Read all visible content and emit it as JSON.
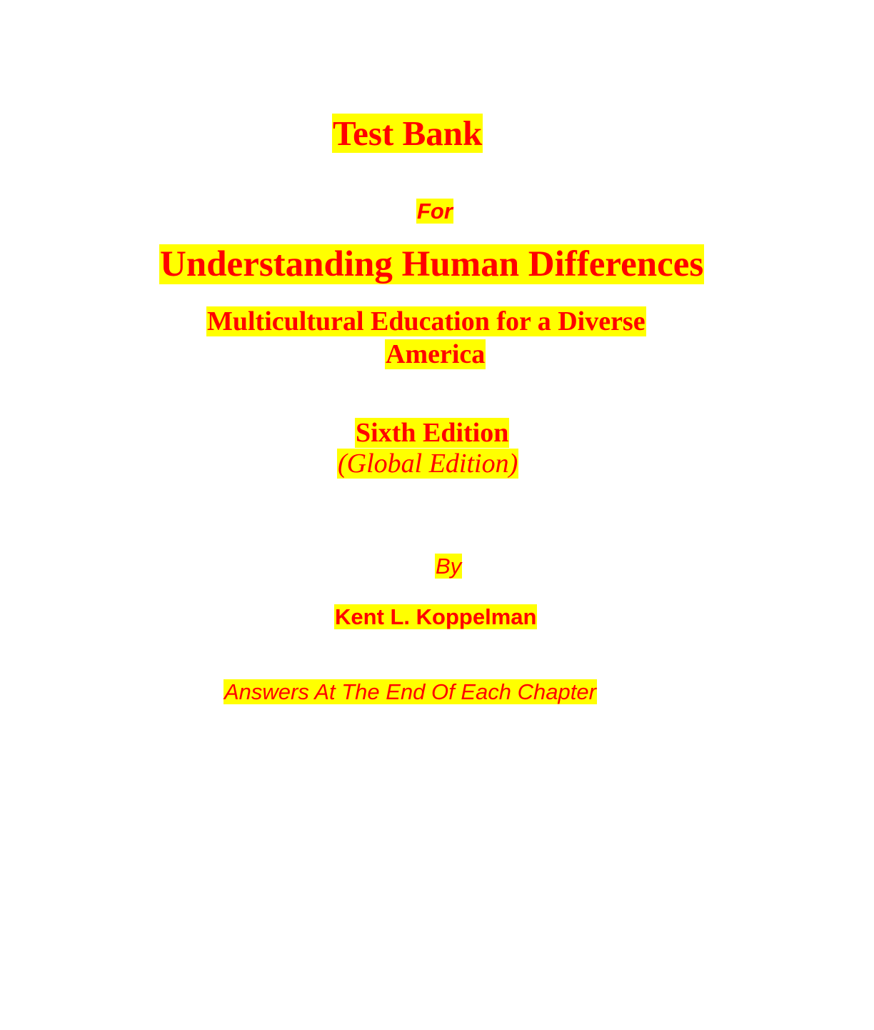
{
  "cover": {
    "heading": "Test Bank",
    "for_label": "For",
    "book_title": "Understanding Human Differences",
    "subtitle_line1": "Multicultural Education for a Diverse",
    "subtitle_line2": "America",
    "edition": "Sixth Edition",
    "edition_variant": "(Global Edition)",
    "by_label": "By",
    "author": "Kent L. Koppelman",
    "note": "Answers At The End Of Each Chapter"
  },
  "colors": {
    "text": "#ff0000",
    "highlight": "#ffff00",
    "background": "#ffffff"
  }
}
